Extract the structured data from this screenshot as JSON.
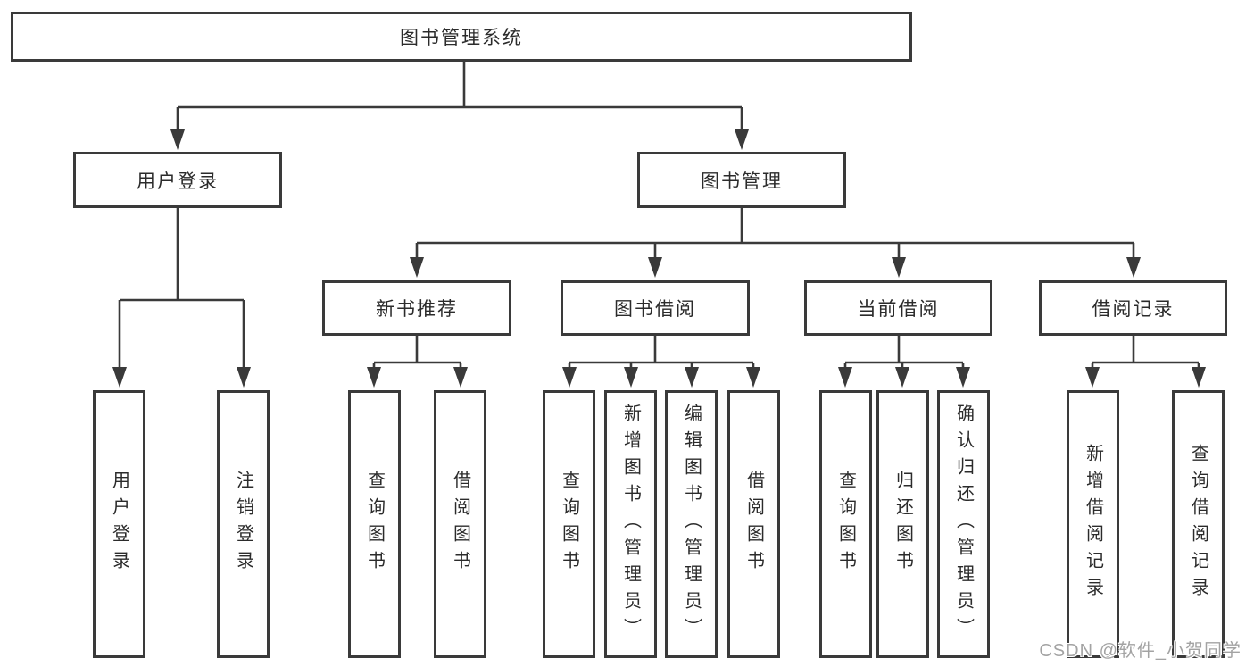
{
  "page": {
    "background": "#ffffff",
    "watermark": "CSDN @软件_小贺同学",
    "colors": {
      "line": "#3a3a3a",
      "box_border": "#3a3a3a",
      "text": "#2b2b2b",
      "watermark_text": "#a3a3a3"
    }
  },
  "tree": {
    "root": {
      "label": "图书管理系统"
    },
    "branches": [
      {
        "label": "用户登录",
        "children": [
          {
            "label": "用户登录"
          },
          {
            "label": "注销登录"
          }
        ]
      },
      {
        "label": "图书管理",
        "children": [
          {
            "label": "新书推荐",
            "children": [
              {
                "label": "查询图书"
              },
              {
                "label": "借阅图书"
              }
            ]
          },
          {
            "label": "图书借阅",
            "children": [
              {
                "label": "查询图书"
              },
              {
                "label": "新增图书（管理员）"
              },
              {
                "label": "编辑图书（管理员）"
              },
              {
                "label": "借阅图书"
              }
            ]
          },
          {
            "label": "当前借阅",
            "children": [
              {
                "label": "查询图书"
              },
              {
                "label": "归还图书"
              },
              {
                "label": "确认归还（管理员）"
              }
            ]
          },
          {
            "label": "借阅记录",
            "children": [
              {
                "label": "新增借阅记录"
              },
              {
                "label": "查询借阅记录"
              }
            ]
          }
        ]
      }
    ]
  }
}
